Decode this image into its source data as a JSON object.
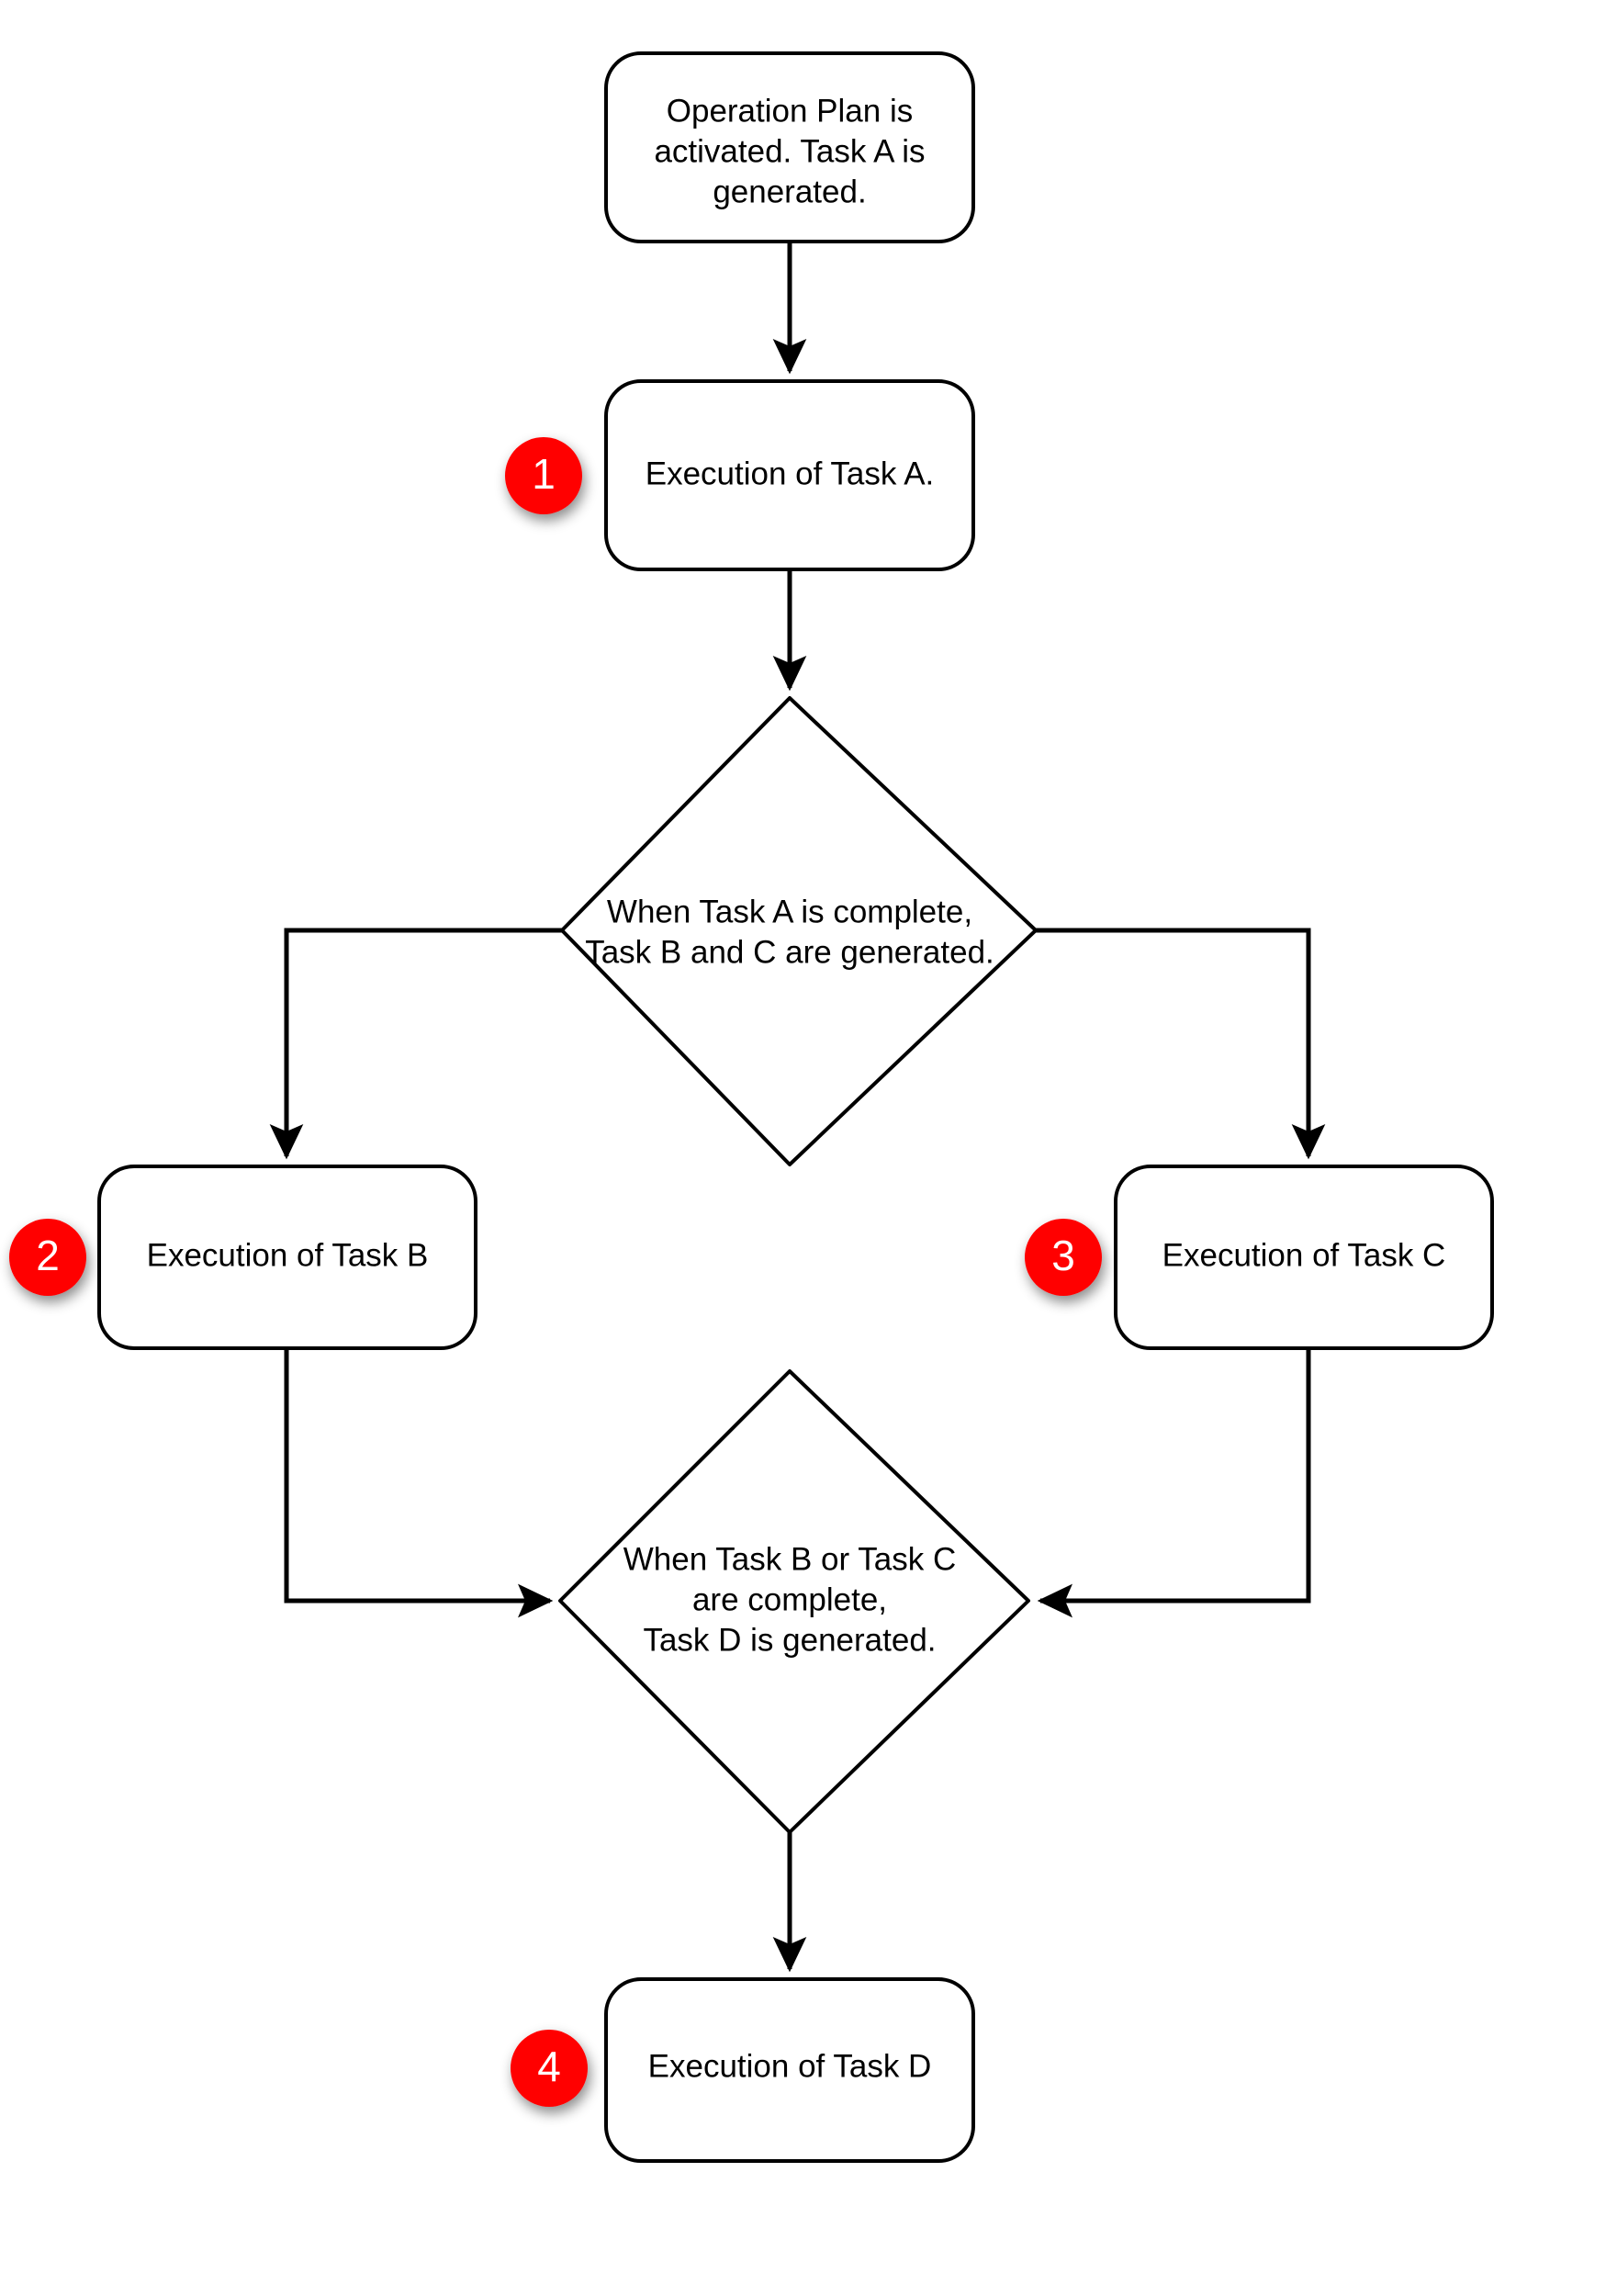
{
  "diagram": {
    "title": "Operation Plan task generation flow",
    "background_color": "#ffffff",
    "line_color": "#000000",
    "badge_color": "#FF0000",
    "badge_text_color": "#ffffff",
    "nodes": {
      "start": {
        "shape": "rounded-rectangle",
        "lines": [
          "Operation Plan is",
          "activated. Task A is",
          "generated."
        ]
      },
      "task_a": {
        "shape": "rounded-rectangle",
        "lines": [
          "Execution of Task A."
        ],
        "badge": "1"
      },
      "decision_a": {
        "shape": "diamond",
        "lines": [
          "When Task A is complete,",
          "Task B and C are generated."
        ]
      },
      "task_b": {
        "shape": "rounded-rectangle",
        "lines": [
          "Execution of Task B"
        ],
        "badge": "2"
      },
      "task_c": {
        "shape": "rounded-rectangle",
        "lines": [
          "Execution of Task C"
        ],
        "badge": "3"
      },
      "decision_bc": {
        "shape": "diamond",
        "lines": [
          "When Task B or Task C",
          "are complete,",
          "Task D is generated."
        ]
      },
      "task_d": {
        "shape": "rounded-rectangle",
        "lines": [
          "Execution of Task D"
        ],
        "badge": "4"
      }
    }
  }
}
